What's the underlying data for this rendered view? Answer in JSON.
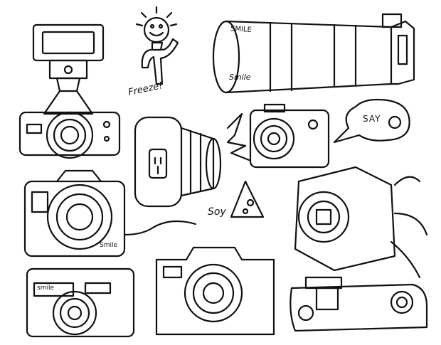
{
  "illustration": {
    "title": "Hand-drawn camera doodles",
    "background": "#ffffff",
    "stroke": "#111111",
    "texts": {
      "freeze": "Freeze!",
      "smile_lens": "SMILE",
      "smile_lens2": "Smile",
      "smile_tag": "Smile",
      "say": "SAY",
      "say_cheese": "SAY",
      "soy": "Soy",
      "smile_compact": "smile",
      "smile_camera": "Smile"
    }
  }
}
